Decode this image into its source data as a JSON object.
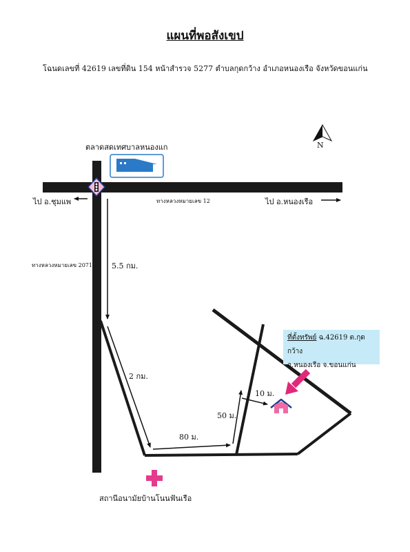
{
  "header": {
    "title": "แผนที่พอสังเขป",
    "subtitle": "โฉนดเลขที่ 42619 เลขที่ดิน 154  หน้าสำรวจ 5277  ตำบลกุดกว้าง  อำเภอหนองเรือ  จังหวัดขอนแก่น"
  },
  "landmarks": {
    "market": "ตลาดสดเทศบาลหนองแก",
    "health_center": "สถานีอนามัยบ้านโนนฟันเรือ",
    "north": "N"
  },
  "roads": {
    "highway_12": "ทางหลวงหมายเลข 12",
    "highway_2071": "ทางหลวงหมายเลข 2071",
    "to_west": "ไป อ.ชุมแพ",
    "to_east": "ไป อ.หนองเรือ"
  },
  "distances": {
    "d1": "5.5 กม.",
    "d2": "2 กม.",
    "d3": "80 ม.",
    "d4": "50 ม.",
    "d5": "10 ม."
  },
  "property": {
    "label": "ที่ตั้งทรัพย์",
    "line1_rest": " ฉ.42619  ต.กุดกว้าง",
    "line2": "อ.หนองเรือ  จ.ขอนแก่น"
  },
  "colors": {
    "road": "#1a1a1a",
    "arrow_pink": "#e0297a",
    "house_pink": "#f06aa5",
    "house_roof": "#1e3d8f",
    "market_blue": "#2a7ac8",
    "signal_fill": "#f4b9d8",
    "cross": "#e43b8c",
    "info_bg": "#c6eaf7"
  }
}
